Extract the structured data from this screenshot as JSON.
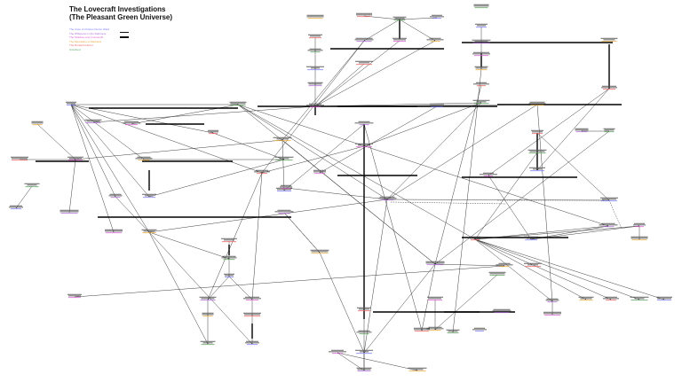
{
  "title": {
    "line1": "The Lovecraft Investigations",
    "line2": "(The Pleasant Green Universe)"
  },
  "legend": [
    {
      "label": "The Case of Charles Dexter Ward",
      "color": "#7b7bff"
    },
    {
      "label": "The Whisperer in the Darkness",
      "color": "#b06ad8"
    },
    {
      "label": "The Shadow over Innsmouth",
      "color": "#e05ad0"
    },
    {
      "label": "The Mountains of Madness",
      "color": "#e8a838"
    },
    {
      "label": "The Dunwich Horror",
      "color": "#f06060"
    },
    {
      "label": "Unsolved",
      "color": "#5aa05a"
    }
  ],
  "key": [
    {
      "label": "",
      "weight": 0.6
    },
    {
      "label": "",
      "weight": 1.6
    }
  ],
  "colors": {
    "edge": "#2a2a2a",
    "bar": "#000000",
    "node_text": "#555555"
  }
}
